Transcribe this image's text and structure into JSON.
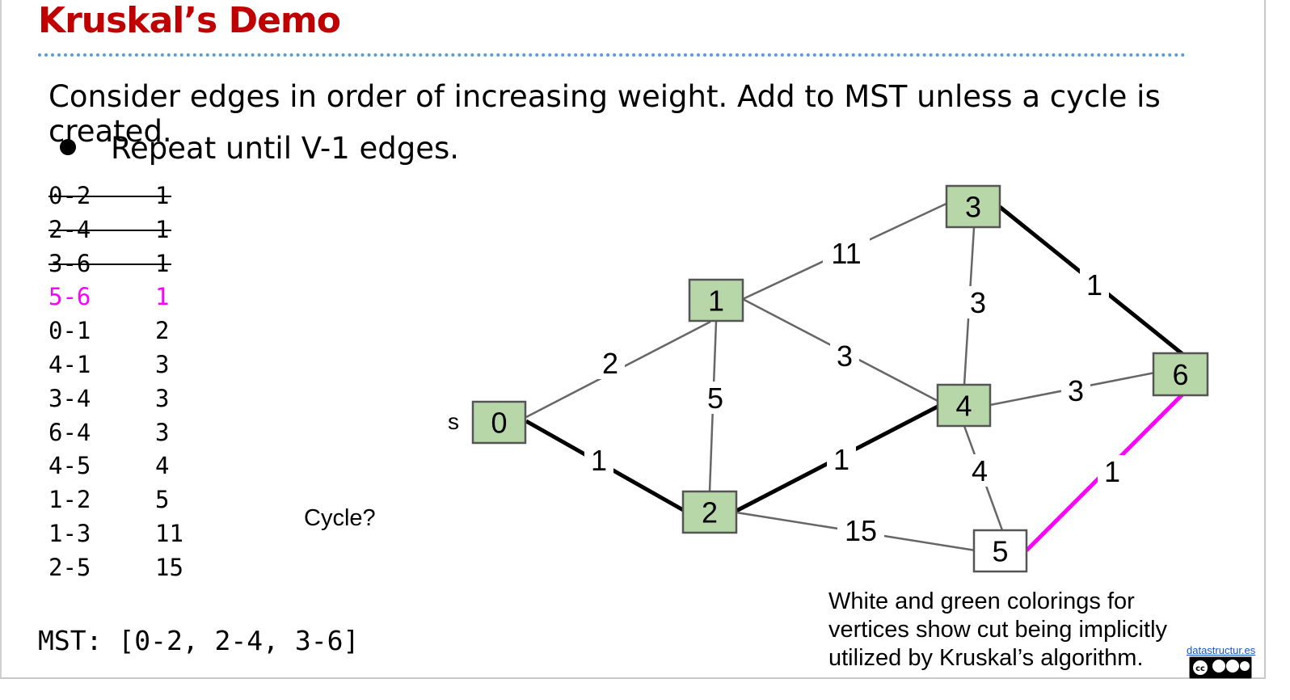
{
  "slide": {
    "title": "Kruskal’s Demo",
    "line1": "Consider edges in order of increasing weight. Add to MST unless a cycle is created.",
    "line2": "Repeat until V-1 edges.",
    "cycle_label": "Cycle?",
    "mst_text": "MST: [0-2, 2-4, 3-6]",
    "note": "White and green colorings for vertices show cut being implicitly utilized by Kruskal’s algorithm.",
    "credit": "datastructur.es",
    "start_label": "s"
  },
  "colors": {
    "title": "#c00000",
    "green_vertex": "#b7d7a8",
    "white_vertex": "#ffffff",
    "highlight": "#ff00ff",
    "mst_edge": "#000000",
    "other_edge": "#666666"
  },
  "edge_list": [
    {
      "edge": "0-2",
      "weight": "1",
      "state": "struck"
    },
    {
      "edge": "2-4",
      "weight": "1",
      "state": "struck"
    },
    {
      "edge": "3-6",
      "weight": "1",
      "state": "struck"
    },
    {
      "edge": "5-6",
      "weight": "1",
      "state": "current"
    },
    {
      "edge": "0-1",
      "weight": "2",
      "state": "pending"
    },
    {
      "edge": "4-1",
      "weight": "3",
      "state": "pending"
    },
    {
      "edge": "3-4",
      "weight": "3",
      "state": "pending"
    },
    {
      "edge": "6-4",
      "weight": "3",
      "state": "pending"
    },
    {
      "edge": "4-5",
      "weight": "4",
      "state": "pending"
    },
    {
      "edge": "1-2",
      "weight": "5",
      "state": "pending"
    },
    {
      "edge": "1-3",
      "weight": "11",
      "state": "pending"
    },
    {
      "edge": "2-5",
      "weight": "15",
      "state": "pending"
    }
  ],
  "graph": {
    "vertices": [
      {
        "id": "0",
        "label": "0",
        "color": "green"
      },
      {
        "id": "1",
        "label": "1",
        "color": "green"
      },
      {
        "id": "2",
        "label": "2",
        "color": "green"
      },
      {
        "id": "3",
        "label": "3",
        "color": "green"
      },
      {
        "id": "4",
        "label": "4",
        "color": "green"
      },
      {
        "id": "5",
        "label": "5",
        "color": "white"
      },
      {
        "id": "6",
        "label": "6",
        "color": "green"
      }
    ],
    "edges": [
      {
        "from": "0",
        "to": "1",
        "weight": "2",
        "style": "normal"
      },
      {
        "from": "0",
        "to": "2",
        "weight": "1",
        "style": "mst"
      },
      {
        "from": "1",
        "to": "2",
        "weight": "5",
        "style": "normal"
      },
      {
        "from": "1",
        "to": "3",
        "weight": "11",
        "style": "normal"
      },
      {
        "from": "1",
        "to": "4",
        "weight": "3",
        "style": "normal"
      },
      {
        "from": "2",
        "to": "4",
        "weight": "1",
        "style": "mst"
      },
      {
        "from": "2",
        "to": "5",
        "weight": "15",
        "style": "normal"
      },
      {
        "from": "3",
        "to": "4",
        "weight": "3",
        "style": "normal"
      },
      {
        "from": "3",
        "to": "6",
        "weight": "1",
        "style": "mst"
      },
      {
        "from": "4",
        "to": "6",
        "weight": "3",
        "style": "normal"
      },
      {
        "from": "4",
        "to": "5",
        "weight": "4",
        "style": "normal"
      },
      {
        "from": "5",
        "to": "6",
        "weight": "1",
        "style": "current"
      }
    ]
  }
}
